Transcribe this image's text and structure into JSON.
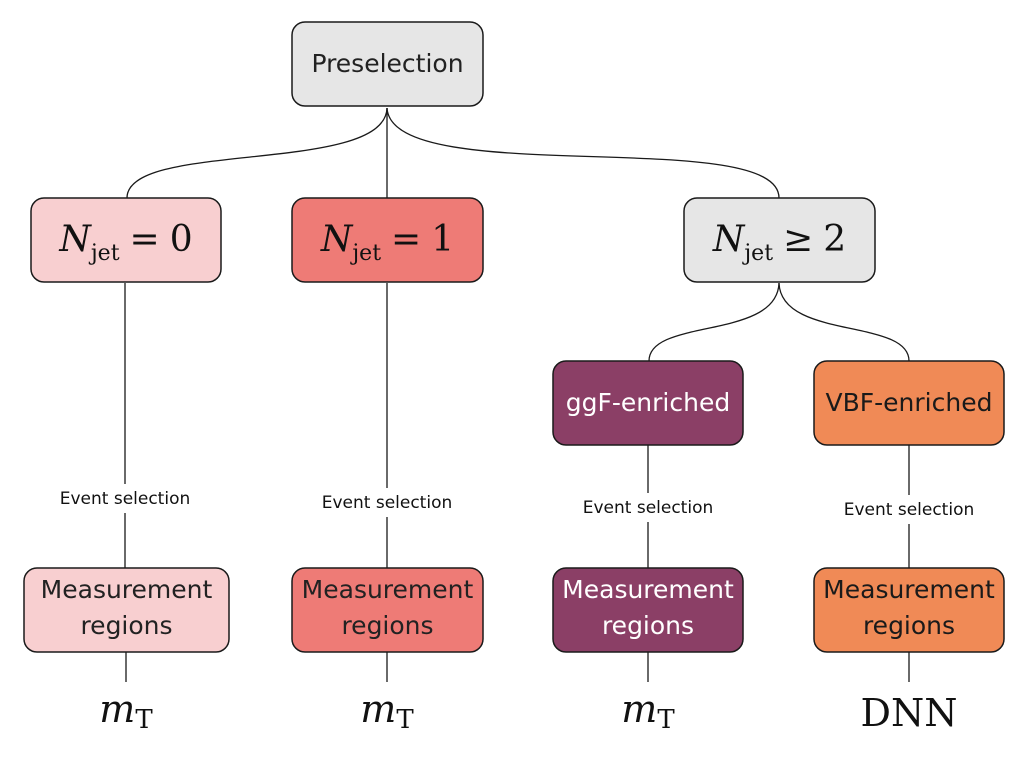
{
  "diagram": {
    "root": {
      "label": "Preselection"
    },
    "jet_bins": [
      {
        "symbol": "N",
        "subscript": "jet",
        "relation": "=",
        "value": "0"
      },
      {
        "symbol": "N",
        "subscript": "jet",
        "relation": "=",
        "value": "1"
      },
      {
        "symbol": "N",
        "subscript": "jet",
        "relation": "≥",
        "value": "2"
      }
    ],
    "subcategories": [
      {
        "label": "ggF-enriched"
      },
      {
        "label": "VBF-enriched"
      }
    ],
    "edge_label": "Event selection",
    "measurement": {
      "line1": "Measurement",
      "line2": "regions"
    },
    "observables": [
      {
        "symbol": "m",
        "subscript": "T"
      },
      {
        "symbol": "m",
        "subscript": "T"
      },
      {
        "symbol": "m",
        "subscript": "T"
      },
      {
        "symbol": "DNN",
        "subscript": ""
      }
    ]
  },
  "colors": {
    "gray": "#e6e6e6",
    "light_pink": "#f8cfd0",
    "salmon": "#ee7b76",
    "plum": "#8b3f66",
    "orange": "#f08a56",
    "stroke": "#1a1a1a"
  }
}
